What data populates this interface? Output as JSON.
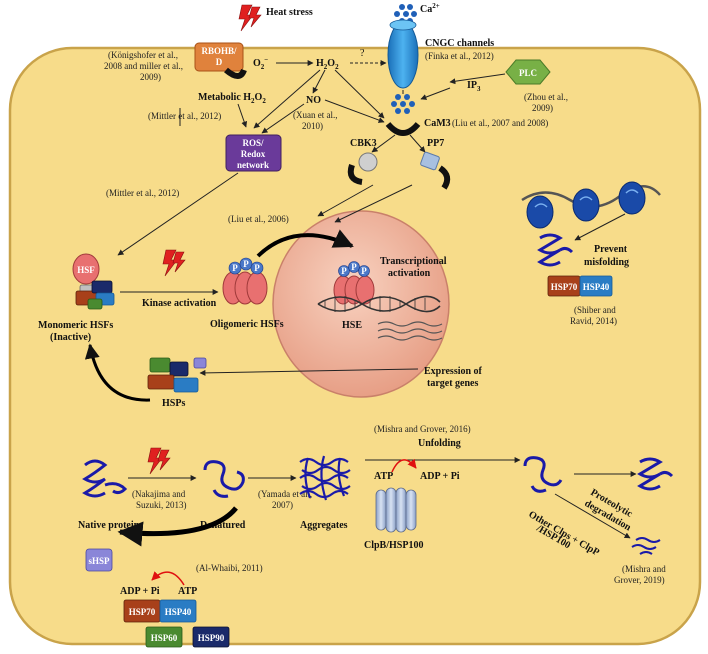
{
  "colors": {
    "cell_fill": "#f7dc8a",
    "cell_stroke": "#c9a34a",
    "nucleus_fill": "#f0b8a0",
    "rboh": "#e0823c",
    "plc": "#78b046",
    "ros": "#6a3a9a",
    "channel": "#2b8fd6",
    "hsp70": "#a8401a",
    "hsp40": "#2a7cc4",
    "hsp60": "#4a8a30",
    "hsp90": "#1a2a6a",
    "shsp": "#8a86d8",
    "protein": "#1a1aa8",
    "arrow": "#222222",
    "red_arrow": "#e01010"
  },
  "labels": {
    "heat_stress": "Heat stress",
    "ca": "Ca",
    "ca_sup": "2+",
    "cngc": "CNGC channels",
    "cngc_cite": "(Finka et al., 2012)",
    "rboh": "RBOHB/",
    "rboh2": "D",
    "o2": "O",
    "o2_sub": "2",
    "o2_sup": "−",
    "h2o2": "H",
    "h2o2_a": "2",
    "h2o2_b": "O",
    "h2o2_c": "2",
    "question": "?",
    "plc": "PLC",
    "ip3": "IP",
    "ip3_sub": "3",
    "plc_cite1": "(Zhou et al.,",
    "plc_cite2": "2009)",
    "konig1": "(Königshofer et al.,",
    "konig2": "2008 and miller et al.,",
    "konig3": "2009)",
    "metabolic": "Metabolic H",
    "metabolic_a": "2",
    "metabolic_b": "O",
    "metabolic_c": "2",
    "no": "NO",
    "mittler_a": "(Mittler et al., 2012)",
    "xuan1": "(Xuan et al.,",
    "xuan2": "2010)",
    "cam3": "CaM3",
    "cam3_cite": "(Liu et al., 2007 and 2008)",
    "ros1": "ROS/",
    "ros2": "Redox",
    "ros3": "network",
    "cbk3": "CBK3",
    "pp7": "PP7",
    "mittler_b": "(Mittler et al., 2012)",
    "liu2006": "(Liu et al., 2006)",
    "hsf": "HSF",
    "p": "P",
    "kinase": "Kinase activation",
    "mono1": "Monomeric HSFs",
    "mono2": "(Inactive)",
    "oligo": "Oligomeric HSFs",
    "transcr1": "Transcriptional",
    "transcr2": "activation",
    "hse": "HSE",
    "expr1": "Expression of",
    "expr2": "target genes",
    "hsps": "HSPs",
    "prevent1": "Prevent",
    "prevent2": "misfolding",
    "hsp70": "HSP70",
    "hsp40": "HSP40",
    "shiber1": "(Shiber and",
    "shiber2": "Ravid, 2014)",
    "mishra2016": "(Mishra and Grover, 2016)",
    "unfolding": "Unfolding",
    "atp": "ATP",
    "adp_pi": "ADP + Pi",
    "clpb": "ClpB/HSP100",
    "nakajima1": "(Nakajima and",
    "nakajima2": "Suzuki, 2013)",
    "yamada1": "(Yamada et al.,",
    "yamada2": "2007)",
    "native": "Native proteins",
    "denatured": "Denatured",
    "aggregates": "Aggregates",
    "proteolytic1": "Proteolytic",
    "proteolytic2": "degradation",
    "other1": "Other Clps + ClpP",
    "other2": "/HSP100",
    "mishra2019_1": "(Mishra and",
    "mishra2019_2": "Grover, 2019)",
    "shsp": "sHSP",
    "alwhaibi": "(Al-Whaibi, 2011)",
    "adp_pi2": "ADP + Pi",
    "atp2": "ATP",
    "hsp70b": "HSP70",
    "hsp40b": "HSP40",
    "hsp60": "HSP60",
    "hsp90": "HSP90"
  }
}
